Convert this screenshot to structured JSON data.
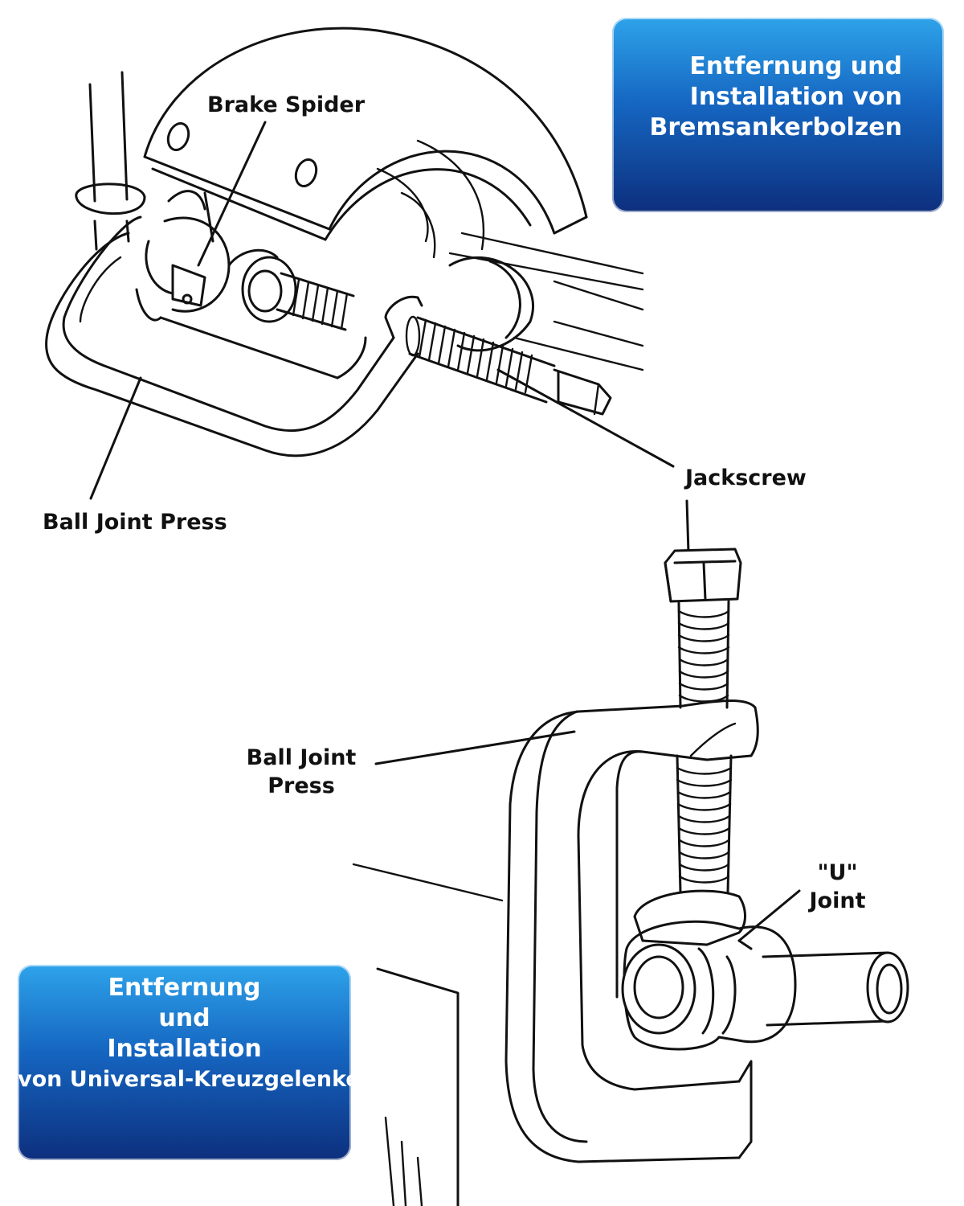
{
  "banners": {
    "top": {
      "lines": [
        "Entfernung und",
        "Installation von",
        "Bremsankerbolzen"
      ],
      "color_top": "#2ea3ea",
      "color_bottom": "#0d2f7d"
    },
    "bottom": {
      "lines": [
        "Entfernung",
        "und",
        "Installation",
        "von Universal-Kreuzgelenken"
      ],
      "color_top": "#2ea3ea",
      "color_bottom": "#0d2f7d"
    }
  },
  "labels": {
    "brake_spider": "Brake Spider",
    "ball_joint_press_top": "Ball Joint Press",
    "jackscrew": "Jackscrew",
    "ball_joint_press_bottom": [
      "Ball Joint",
      "Press"
    ],
    "u_joint": [
      "\"U\"",
      "Joint"
    ]
  }
}
